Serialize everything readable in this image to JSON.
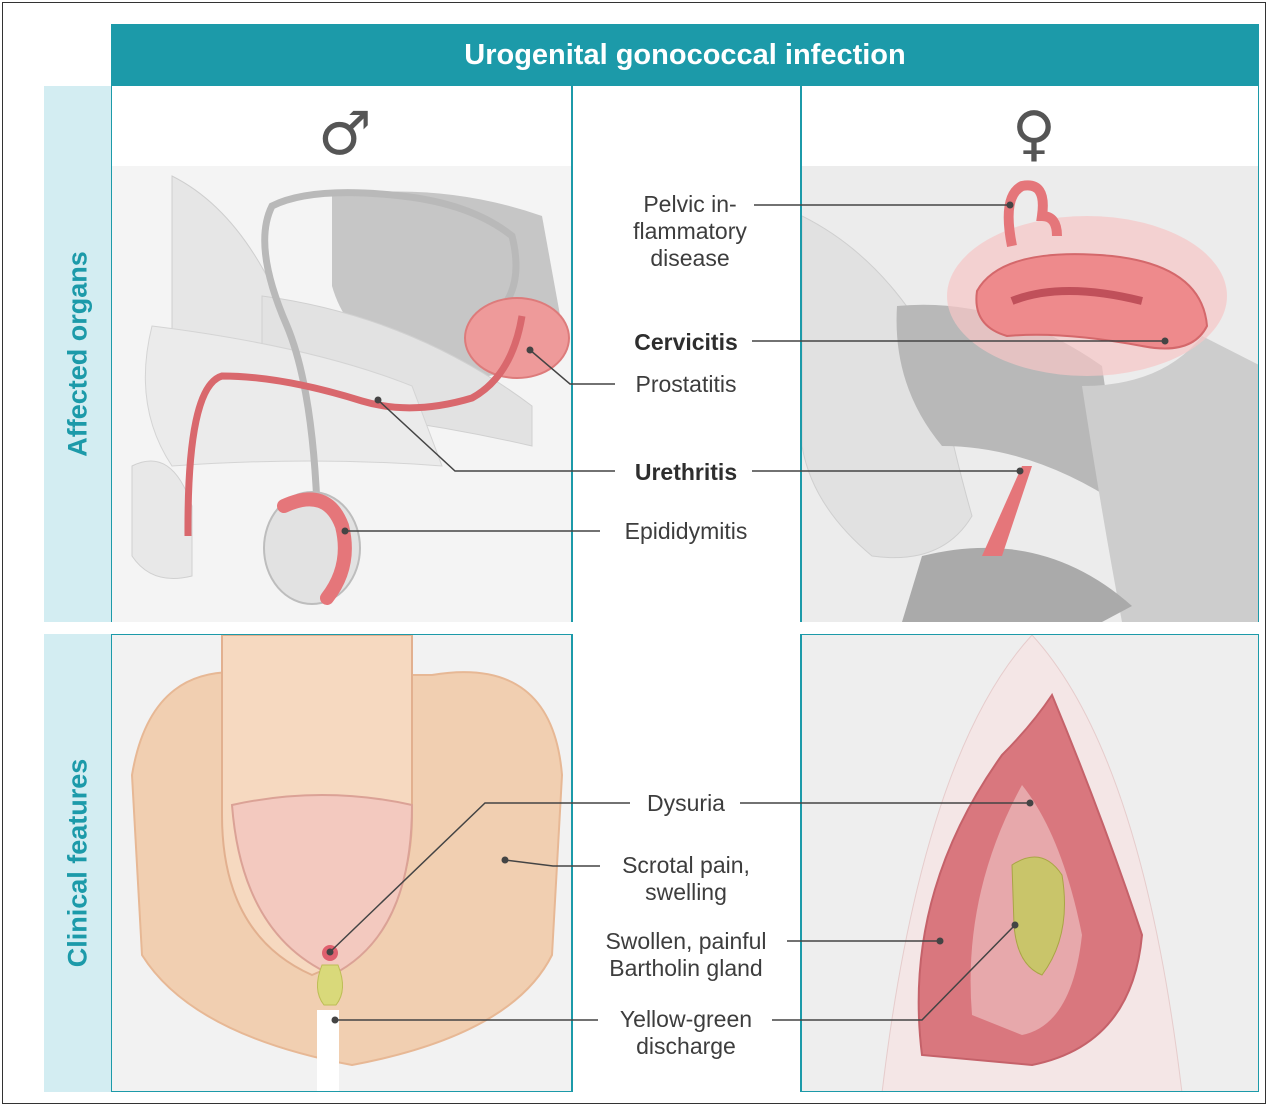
{
  "title": "Urogenital gonococcal infection",
  "rows": {
    "affected": "Affected organs",
    "clinical": "Clinical features"
  },
  "symbols": {
    "male": "♂",
    "female": "♀"
  },
  "organ_labels": {
    "pid": "Pelvic in-\nflammatory\ndisease",
    "cervicitis": "Cervicitis",
    "prostatitis": "Prostatitis",
    "urethritis": "Urethritis",
    "epididymitis": "Epididymitis"
  },
  "clinical_labels": {
    "dysuria": "Dysuria",
    "scrotal": "Scrotal pain,\nswelling",
    "bartholin": "Swollen, painful\nBartholin gland",
    "discharge": "Yellow-green\ndischarge"
  },
  "colors": {
    "accent": "#1c9aa9",
    "accent_light": "#d3edf2",
    "inflamed": "#e5767a",
    "anatomy_gray": "#cfcfcf",
    "skin": "#f1cfb1",
    "mucosa": "#c9686e",
    "discharge": "#c6c46a"
  }
}
